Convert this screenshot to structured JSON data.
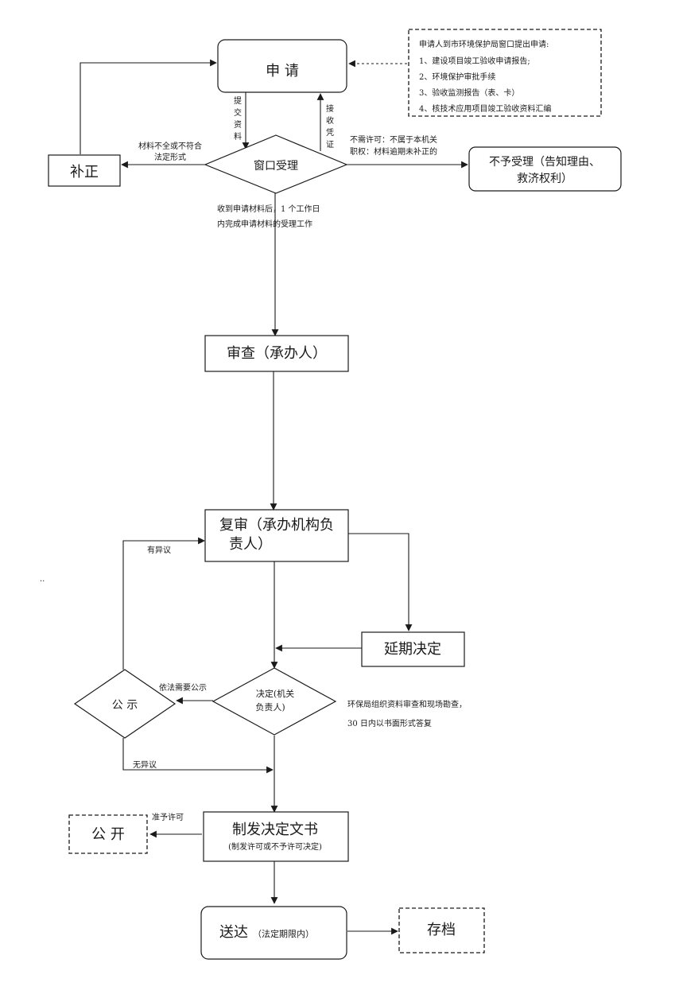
{
  "nodes": {
    "apply": "申  请",
    "window": "窗口受理",
    "correct": "补正",
    "reject": [
      "不予受理（告知理由、",
      "救济权利）"
    ],
    "review": "审查（承办人）",
    "recheck": [
      "复审（承办机构负",
      "责人）"
    ],
    "delay": "延期决定",
    "decision": [
      "决定(机关",
      "负责人)"
    ],
    "publicity": "公  示",
    "issue": "制发决定文书",
    "issue_sub": "(制发许可或不予许可决定)",
    "disclose": "公  开",
    "deliver": "送达",
    "deliver_sub": "（法定期限内）",
    "archive": "存档"
  },
  "note": {
    "lines": [
      "申请人到市环境保护局窗口提出申请:",
      "1、建设项目竣工验收申请报告;",
      "2、环境保护审批手续",
      "3、验收监测报告（表、卡）",
      "4、核技术应用项目竣工验收资料汇编"
    ]
  },
  "labels": {
    "submit": [
      "提",
      "交",
      "资",
      "料"
    ],
    "receipt": [
      "接",
      "收",
      "凭",
      "证"
    ],
    "incomplete": [
      "材料不全或不符合",
      "法定形式"
    ],
    "not_required": [
      "不需许可：不属于本机关",
      "职权：材料逾期未补正的"
    ],
    "one_day": [
      "收到申请材料后，1 个工作日",
      "内完成申请材料的受理工作"
    ],
    "objection": "有异议",
    "need_public": "依法需要公示",
    "inspect": [
      "环保局组织资料审查和现场勘查，",
      "30 日内以书面形式答复"
    ],
    "no_objection": "无异议",
    "approve": "准予许可",
    "dots": ".."
  }
}
